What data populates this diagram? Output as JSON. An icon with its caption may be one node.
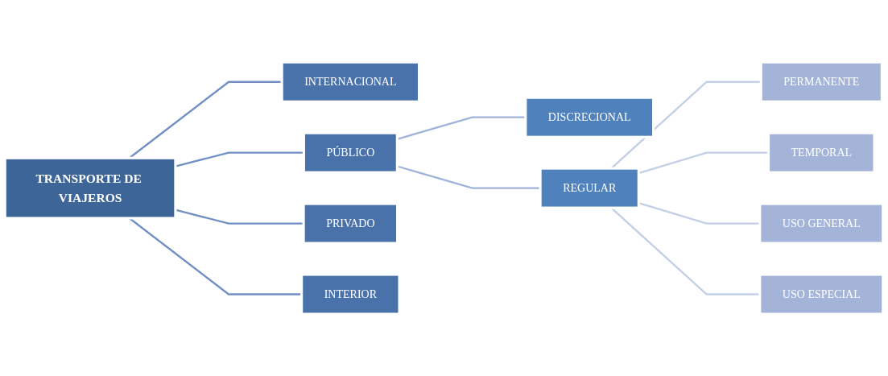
{
  "diagram": {
    "nodes": [
      {
        "text": [
          "TRANSPORTE DE VIAJEROS"
        ]
      },
      {
        "text": [
          "INTERNACIONAL"
        ]
      },
      {
        "text": [
          "PÚBLICO"
        ]
      },
      {
        "text": [
          "PRIVADO"
        ]
      },
      {
        "text": [
          "INTERIOR"
        ]
      },
      {
        "text": [
          "DISCRECIONAL"
        ]
      },
      {
        "text": [
          "REGULAR"
        ]
      },
      {
        "text": [
          "PERMANENTE"
        ]
      },
      {
        "text": [
          "TEMPORAL"
        ]
      },
      {
        "text": [
          "USO GENERAL"
        ]
      },
      {
        "text": [
          "USO ESPECIAL"
        ]
      }
    ],
    "edges": [
      {
        "from": 0,
        "to": 1,
        "arrow": "none",
        "color": "#7090c4"
      },
      {
        "from": 0,
        "to": 2,
        "arrow": "none",
        "color": "#7090c4"
      },
      {
        "from": 0,
        "to": 3,
        "arrow": "none",
        "color": "#7090c4"
      },
      {
        "from": 0,
        "to": 4,
        "arrow": "none",
        "color": "#7090c4"
      },
      {
        "from": 2,
        "to": 5,
        "arrow": "none",
        "color": "#9fb4d8"
      },
      {
        "from": 2,
        "to": 6,
        "arrow": "none",
        "color": "#9fb4d8"
      },
      {
        "from": 6,
        "to": 7,
        "arrow": "none",
        "color": "#c3cfe6"
      },
      {
        "from": 6,
        "to": 8,
        "arrow": "none",
        "color": "#c3cfe6"
      },
      {
        "from": 6,
        "to": 9,
        "arrow": "none",
        "color": "#c3cfe6"
      },
      {
        "from": 6,
        "to": 10,
        "arrow": "none",
        "color": "#c3cfe6"
      }
    ]
  }
}
